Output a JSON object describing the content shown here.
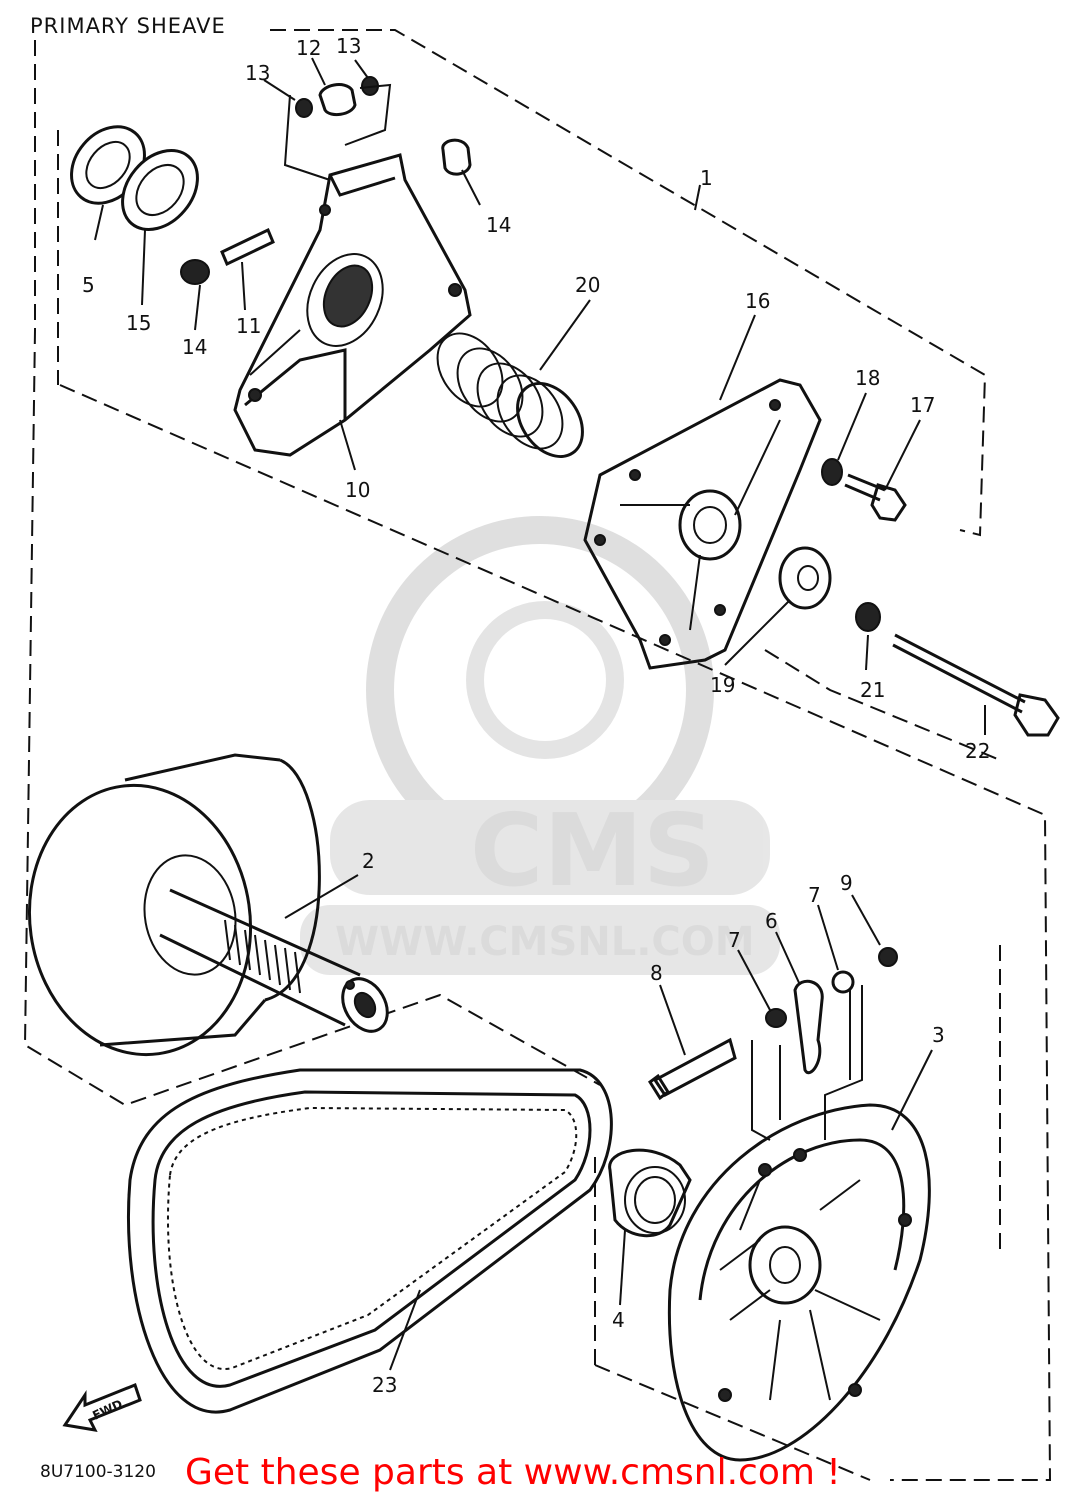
{
  "title": "PRIMARY SHEAVE",
  "diagram_code": "8U7100-3120",
  "footer_text": "Get these parts at www.cmsnl.com !",
  "watermark": {
    "brand": "CMS",
    "url": "WWW.CMSNL.COM"
  },
  "direction_label": "FWD",
  "callouts": {
    "c1": "1",
    "c2": "2",
    "c3": "3",
    "c4": "4",
    "c5": "5",
    "c6": "6",
    "c7a": "7",
    "c7b": "7",
    "c8": "8",
    "c9": "9",
    "c10": "10",
    "c11": "11",
    "c12": "12",
    "c13a": "13",
    "c13b": "13",
    "c14a": "14",
    "c14b": "14",
    "c15": "15",
    "c16": "16",
    "c17": "17",
    "c18": "18",
    "c19": "19",
    "c20": "20",
    "c21": "21",
    "c22": "22",
    "c23": "23"
  }
}
